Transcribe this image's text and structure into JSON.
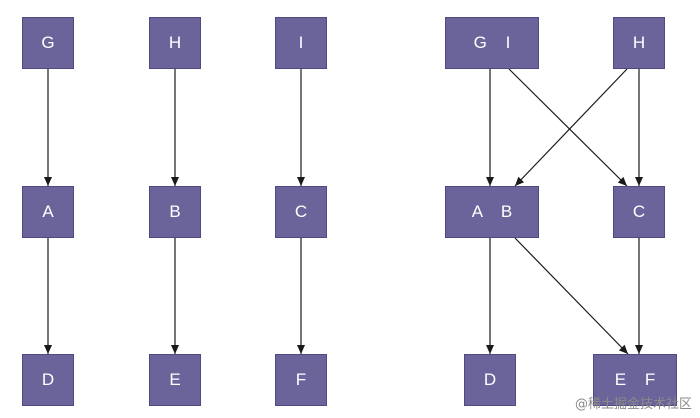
{
  "left_graph": {
    "nodes": {
      "G": "G",
      "H": "H",
      "I": "I",
      "A": "A",
      "B": "B",
      "C": "C",
      "D": "D",
      "E": "E",
      "F": "F"
    },
    "edges": [
      {
        "from": "G",
        "to": "A"
      },
      {
        "from": "H",
        "to": "B"
      },
      {
        "from": "I",
        "to": "C"
      },
      {
        "from": "A",
        "to": "D"
      },
      {
        "from": "B",
        "to": "E"
      },
      {
        "from": "C",
        "to": "F"
      }
    ]
  },
  "right_graph": {
    "nodes": {
      "GI": "G   I",
      "H": "H",
      "AB": "A   B",
      "C": "C",
      "D": "D",
      "EF": "E   F"
    },
    "edges": [
      {
        "from": "GI",
        "to": "AB"
      },
      {
        "from": "GI",
        "to": "C"
      },
      {
        "from": "H",
        "to": "AB"
      },
      {
        "from": "H",
        "to": "C"
      },
      {
        "from": "AB",
        "to": "D"
      },
      {
        "from": "AB",
        "to": "EF"
      },
      {
        "from": "C",
        "to": "EF"
      }
    ]
  },
  "colors": {
    "node_fill": "#6a649a",
    "node_text": "#ffffff",
    "edge": "#1a1a1a"
  },
  "watermark": "@稀土掘金技术社区"
}
